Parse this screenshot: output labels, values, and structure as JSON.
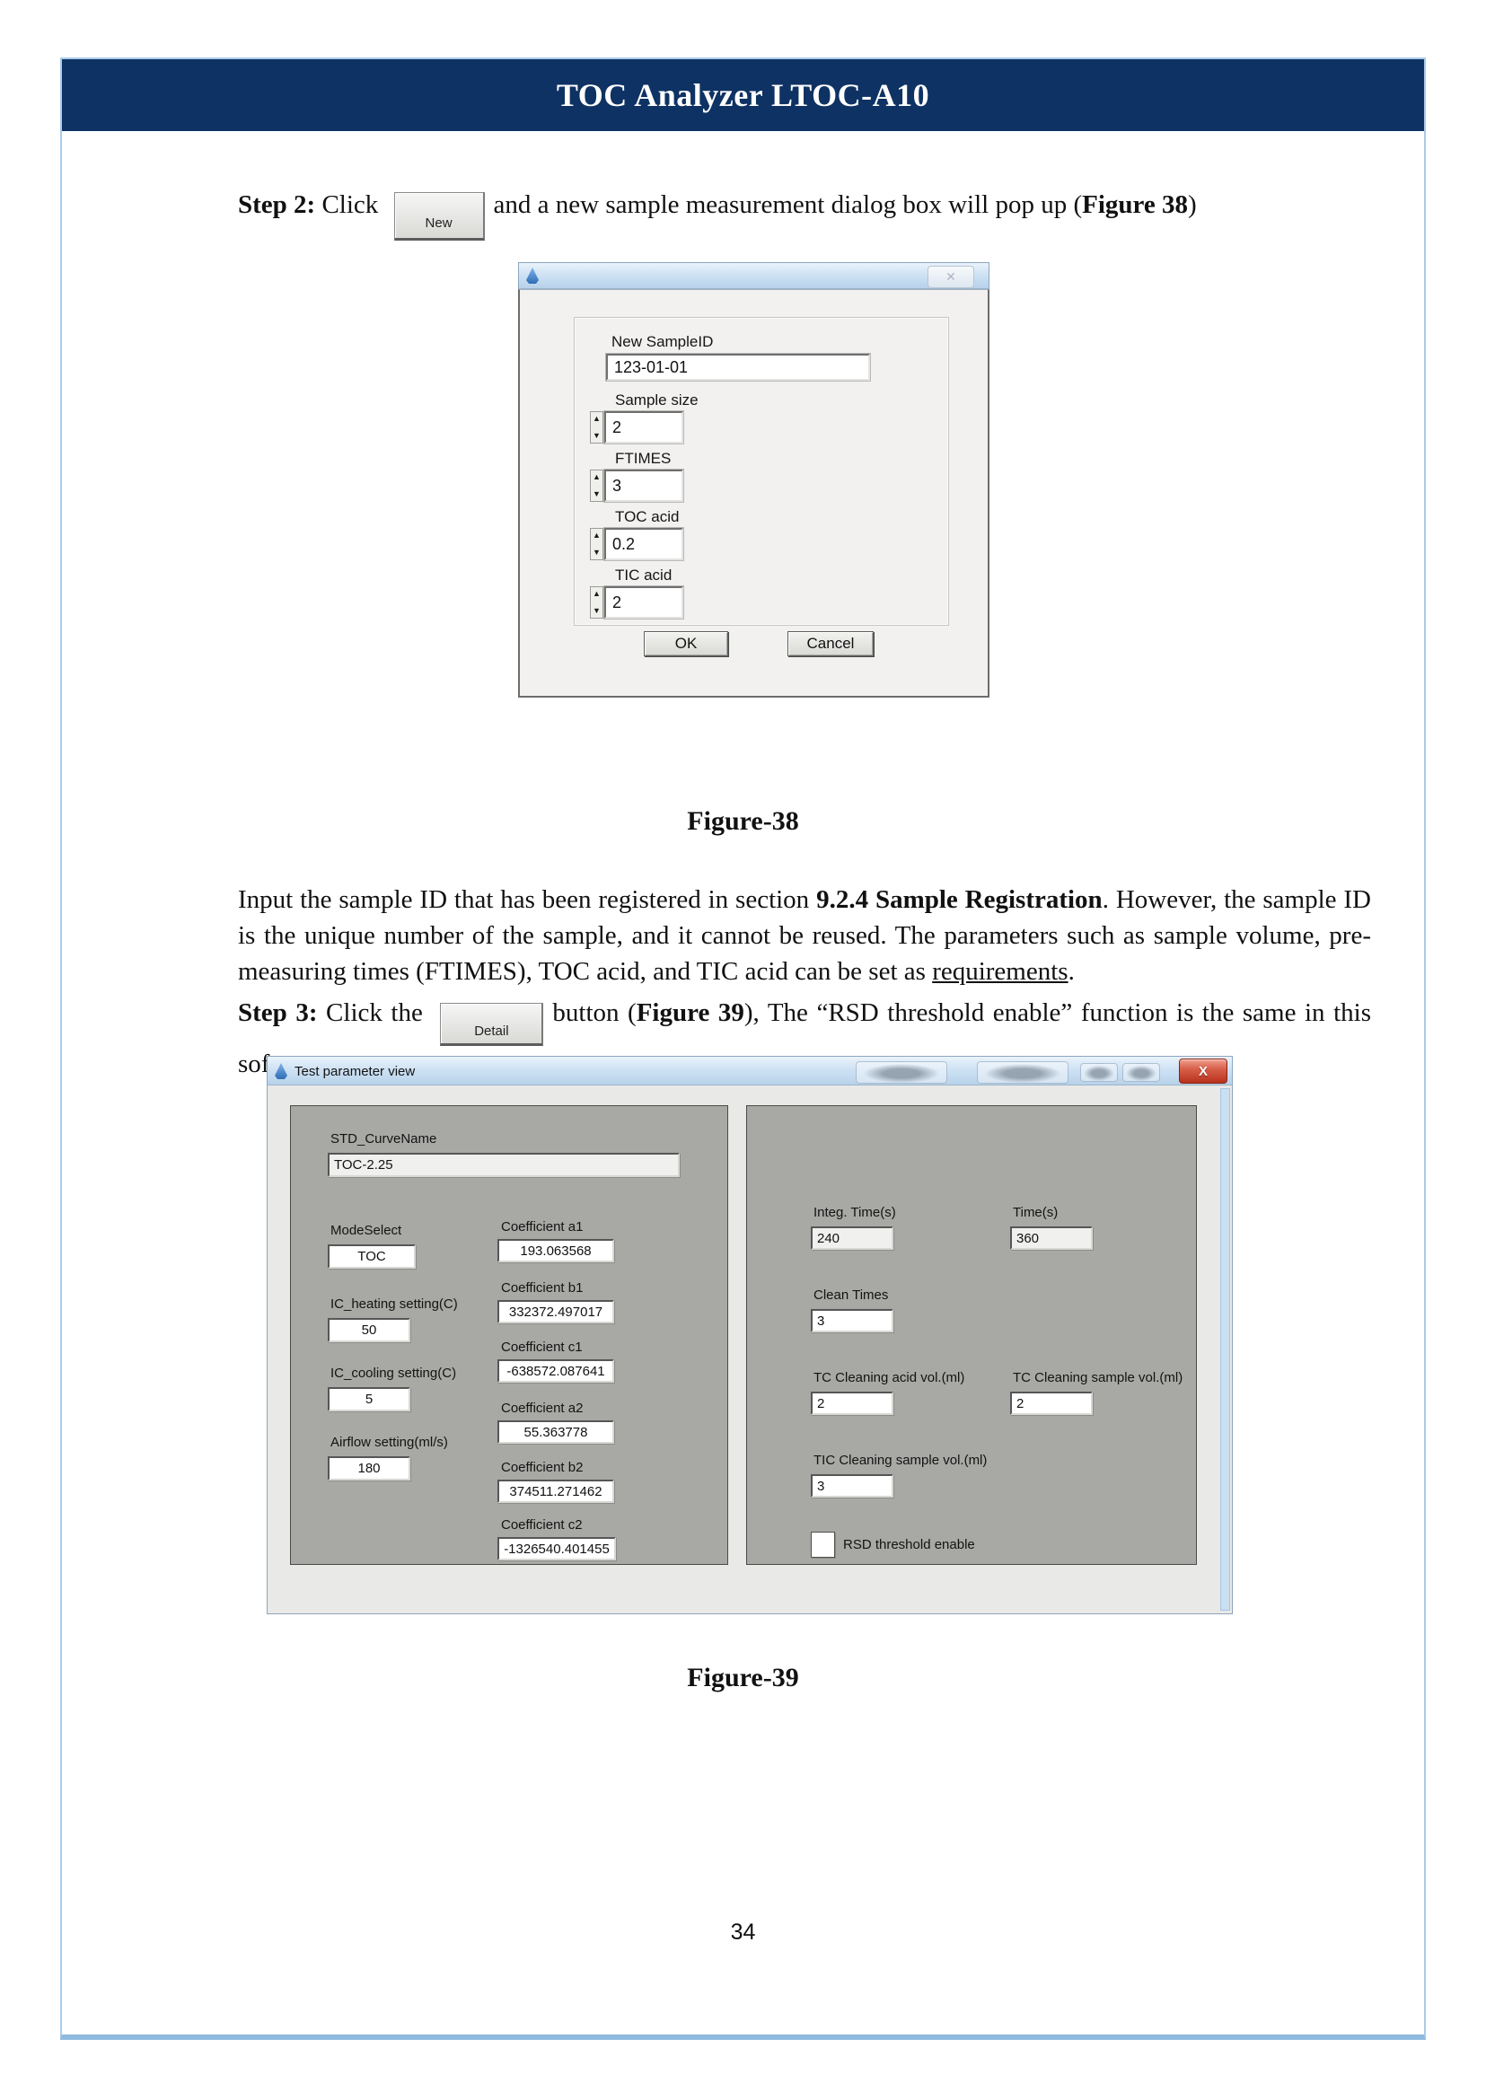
{
  "colors": {
    "header_navy": "#0e3263",
    "frame_border_blue": "#a9cbe8",
    "titlebar_blue": "#cfe2f4",
    "panel_gray": "#a8a9a5",
    "close_button_red": "#b7321d"
  },
  "icons": {
    "close_ghost": "✕",
    "close_red": "X",
    "spinner_up": "▲",
    "spinner_down": "▼"
  },
  "header": {
    "title": "TOC Analyzer LTOC-A10"
  },
  "footer": {
    "page_number": "34"
  },
  "step2": {
    "label": "Step 2:",
    "text_before": " Click",
    "button_label": "New",
    "text_after": "and a new sample measurement dialog box will pop up (",
    "figure_ref": "Figure 38",
    "text_end": ")"
  },
  "paragraph": {
    "text1": "Input the sample ID that has been registered in section ",
    "bold1": "9.2.4 Sample Registration",
    "text2": ". However, the sample ID is the unique number of the sample, and it cannot be reused. The parameters such as sample volume, pre-measuring times (FTIMES), TOC acid, and TIC acid can be set as ",
    "underlined": "requirements",
    "text3": "."
  },
  "step3": {
    "label": "Step 3:",
    "text_before": " Click the",
    "button_label": "Detail",
    "text_after": "button (",
    "figure_ref": "Figure 39",
    "text_end": "), The “RSD threshold enable” function is the same in this software."
  },
  "figure38": {
    "caption": "Figure-38",
    "sample_id": {
      "label": "New SampleID",
      "value": "123-01-01"
    },
    "spin_fields": [
      {
        "label": "Sample size",
        "value": "2"
      },
      {
        "label": "FTIMES",
        "value": "3"
      },
      {
        "label": "TOC acid",
        "value": "0.2"
      },
      {
        "label": "TIC acid",
        "value": "2"
      }
    ],
    "ok": "OK",
    "cancel": "Cancel"
  },
  "figure39": {
    "caption": "Figure-39",
    "title": "Test parameter view",
    "curve": {
      "label": "STD_CurveName",
      "value": "TOC-2.25"
    },
    "settings": [
      {
        "label": "ModeSelect",
        "value": "TOC"
      },
      {
        "label": "IC_heating setting(C)",
        "value": "50"
      },
      {
        "label": "IC_cooling setting(C)",
        "value": "5"
      },
      {
        "label": "Airflow setting(ml/s)",
        "value": "180"
      }
    ],
    "coefficients": [
      {
        "label": "Coefficient a1",
        "value": "193.063568"
      },
      {
        "label": "Coefficient b1",
        "value": "332372.497017"
      },
      {
        "label": "Coefficient c1",
        "value": "-638572.087641"
      },
      {
        "label": "Coefficient a2",
        "value": "55.363778"
      },
      {
        "label": "Coefficient b2",
        "value": "374511.271462"
      },
      {
        "label": "Coefficient c2",
        "value": "-1326540.401455"
      }
    ],
    "right_fields": [
      {
        "label": "Integ. Time(s)",
        "value": "240"
      },
      {
        "label": "Time(s)",
        "value": "360"
      },
      {
        "label": "Clean Times",
        "value": "3"
      },
      {
        "label": "TC Cleaning acid vol.(ml)",
        "value": "2"
      },
      {
        "label": "TC Cleaning sample vol.(ml)",
        "value": "2"
      },
      {
        "label": "TIC Cleaning sample vol.(ml)",
        "value": "3"
      }
    ],
    "rsd_label": "RSD threshold enable"
  }
}
